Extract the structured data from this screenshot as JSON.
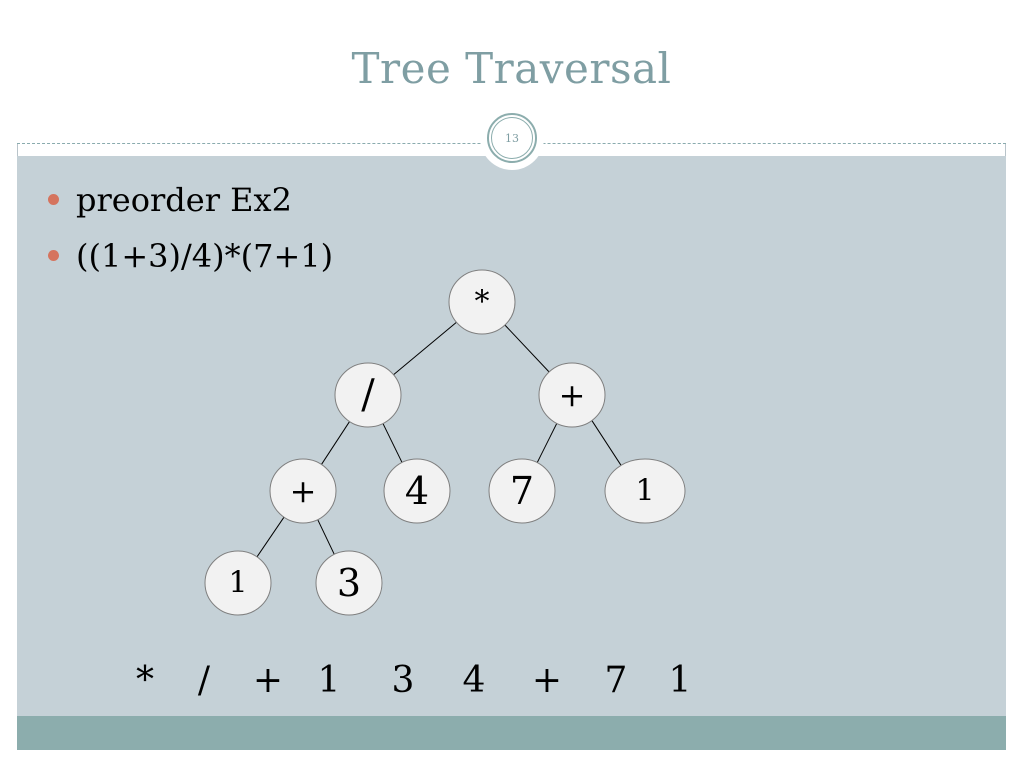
{
  "slide": {
    "title": "Tree Traversal",
    "page_number": "13"
  },
  "bullets": [
    {
      "text": "preorder Ex2"
    },
    {
      "text": "((1+3)/4)*(7+1)"
    }
  ],
  "tree": {
    "nodes": [
      {
        "id": "n-root",
        "label": "*"
      },
      {
        "id": "n-div",
        "label": "/"
      },
      {
        "id": "n-plus-right",
        "label": "+"
      },
      {
        "id": "n-plus-left",
        "label": "+"
      },
      {
        "id": "n-four",
        "label": "4"
      },
      {
        "id": "n-seven",
        "label": "7"
      },
      {
        "id": "n-one-right",
        "label": "1"
      },
      {
        "id": "n-one-left",
        "label": "1"
      },
      {
        "id": "n-three",
        "label": "3"
      }
    ],
    "edges": [
      [
        "n-root",
        "n-div"
      ],
      [
        "n-root",
        "n-plus-right"
      ],
      [
        "n-div",
        "n-plus-left"
      ],
      [
        "n-div",
        "n-four"
      ],
      [
        "n-plus-right",
        "n-seven"
      ],
      [
        "n-plus-right",
        "n-one-right"
      ],
      [
        "n-plus-left",
        "n-one-left"
      ],
      [
        "n-plus-left",
        "n-three"
      ]
    ]
  },
  "traversal": [
    "*",
    "/",
    "+",
    "1",
    "3",
    "4",
    "+",
    "7",
    "1"
  ],
  "colors": {
    "title": "#7f9ea3",
    "body_background": "#c5d1d7",
    "footer_band": "#8cadad",
    "bullet": "#d5745e",
    "node_fill": "#f2f2f2",
    "node_stroke": "#7f7f7f"
  }
}
